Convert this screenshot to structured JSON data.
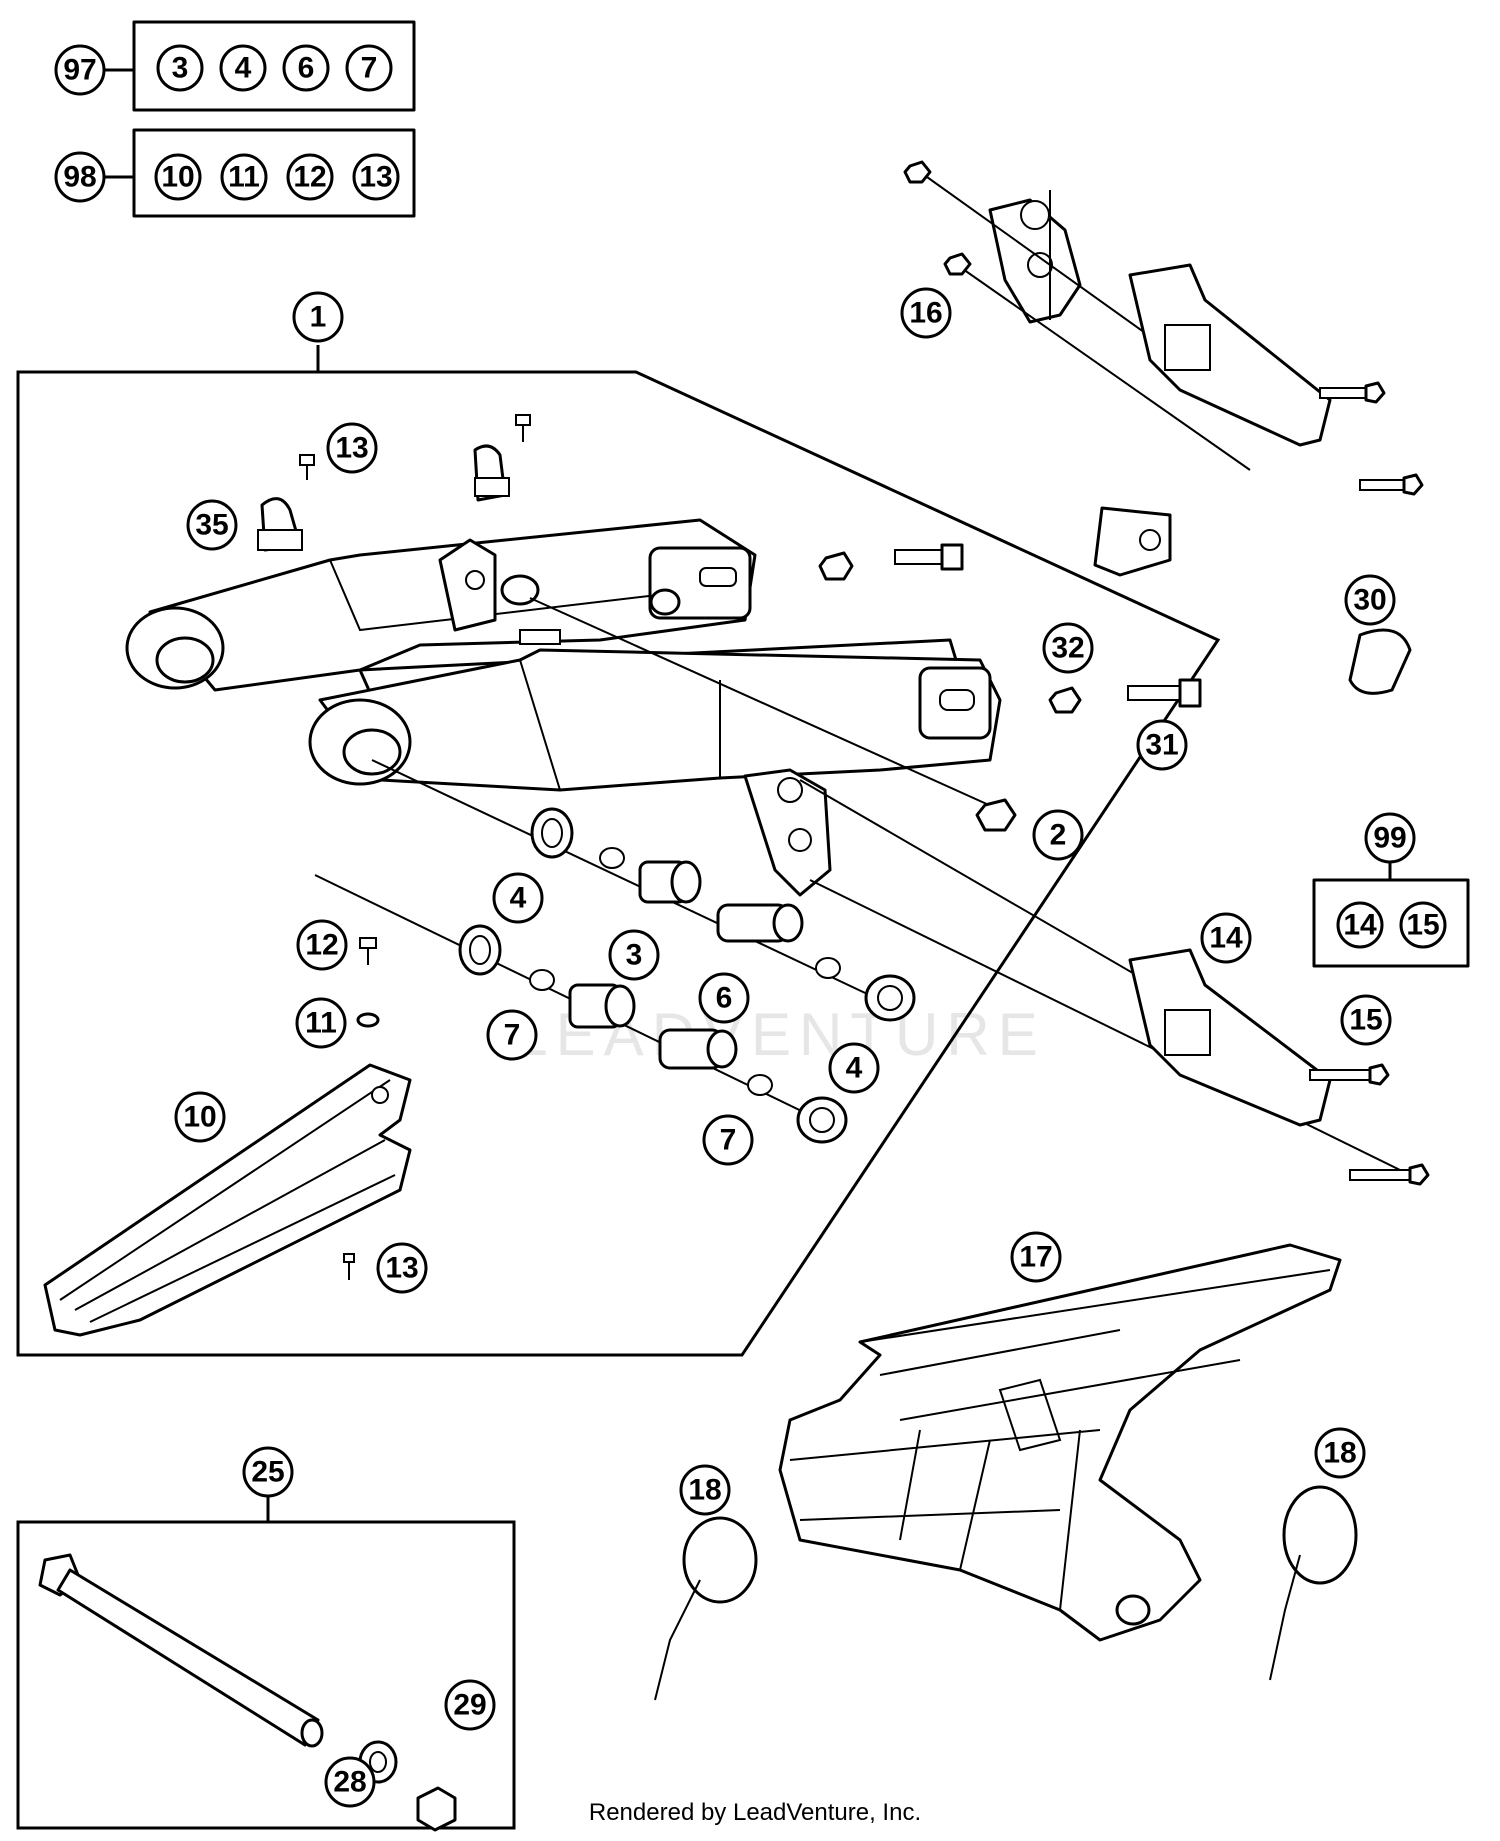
{
  "kits": [
    {
      "number": "97",
      "contents": [
        "3",
        "4",
        "6",
        "7"
      ]
    },
    {
      "number": "98",
      "contents": [
        "10",
        "11",
        "12",
        "13"
      ]
    },
    {
      "number": "99",
      "contents": [
        "14",
        "15"
      ]
    }
  ],
  "callouts": {
    "c1": "1",
    "c2": "2",
    "c3": "3",
    "c4a": "4",
    "c4b": "4",
    "c6": "6",
    "c7a": "7",
    "c7b": "7",
    "c10": "10",
    "c11": "11",
    "c12": "12",
    "c13a": "13",
    "c13b": "13",
    "c14": "14",
    "c15": "15",
    "c16": "16",
    "c17": "17",
    "c18a": "18",
    "c18b": "18",
    "c25": "25",
    "c28": "28",
    "c29": "29",
    "c30": "30",
    "c31": "31",
    "c32": "32",
    "c35": "35"
  },
  "watermark": "LEADVENTURE",
  "footer": "Rendered by LeadVenture, Inc."
}
